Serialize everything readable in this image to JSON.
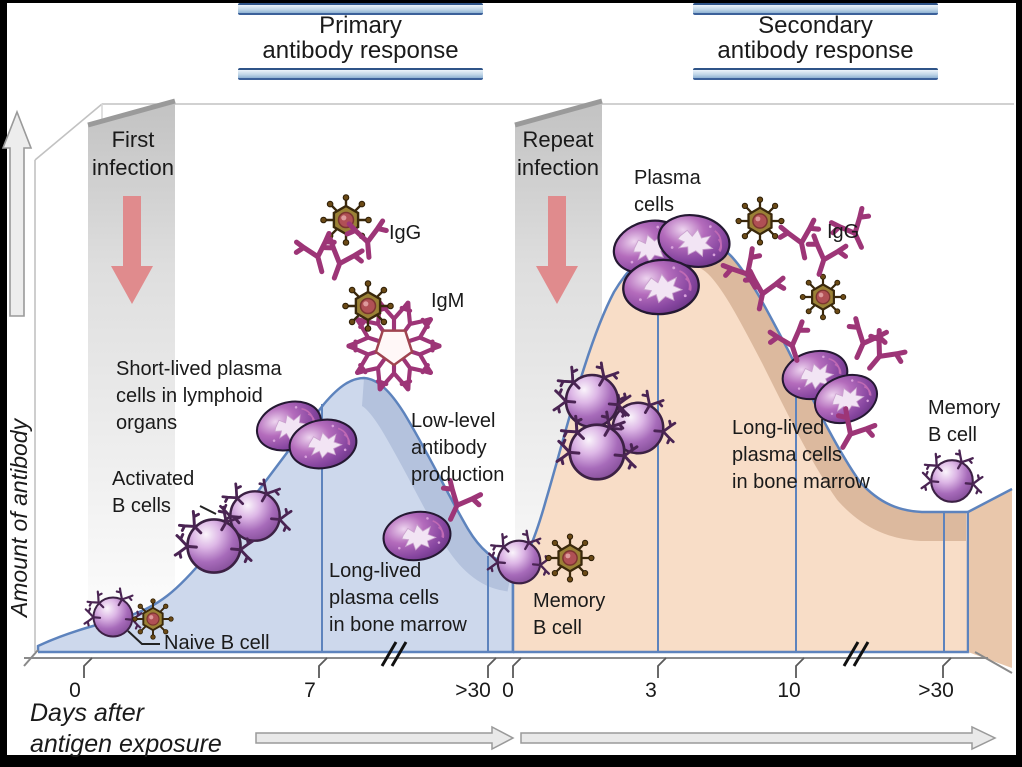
{
  "figure": {
    "primary_title": "Primary\nantibody response",
    "secondary_title": "Secondary\nantibody response"
  },
  "labels": {
    "first_infection": "First\ninfection",
    "repeat_infection": "Repeat\ninfection",
    "short_lived_plasma": "Short-lived plasma\ncells in lymphoid\norgans",
    "activated_b_cells": "Activated\nB cells",
    "naive_b_cell": "Naive B cell",
    "igg_primary": "IgG",
    "igm": "IgM",
    "low_level": "Low-level\nantibody\nproduction",
    "long_lived_primary": "Long-lived\nplasma cells\nin bone marrow",
    "memory_b_primary": "Memory\nB cell",
    "plasma_cells": "Plasma\ncells",
    "igg_secondary": "IgG",
    "long_lived_secondary": "Long-lived\nplasma cells\nin bone marrow",
    "memory_b_secondary": "Memory\nB cell"
  },
  "axes": {
    "y_label": "Amount of antibody",
    "x_label": "Days after\nantigen exposure",
    "primary_ticks": [
      "0",
      "7",
      ">30"
    ],
    "secondary_ticks": [
      "0",
      "3",
      "10",
      ">30"
    ],
    "break_marks": "//"
  },
  "chart_data": {
    "type": "area",
    "xlabel": "Days after antigen exposure",
    "ylabel": "Amount of antibody",
    "x_axis_note": "axis has breaks (//) before each >30; day scale restarts at repeat infection",
    "series": [
      {
        "name": "Primary antibody response",
        "x": [
          0,
          1,
          3,
          5,
          7,
          9,
          12,
          20,
          30
        ],
        "y": [
          3,
          5,
          14,
          38,
          60,
          64,
          45,
          26,
          21
        ]
      },
      {
        "name": "Secondary antibody response",
        "x": [
          0,
          1,
          2,
          3,
          5,
          8,
          10,
          15,
          30
        ],
        "y": [
          21,
          27,
          55,
          85,
          97,
          88,
          72,
          45,
          33
        ]
      }
    ],
    "events": [
      {
        "label": "First infection",
        "x": 0,
        "series": "Primary antibody response"
      },
      {
        "label": "Repeat infection",
        "x": 0,
        "series": "Secondary antibody response"
      }
    ],
    "legend_position": "none",
    "grid": false
  },
  "icons": {
    "b_cell": "purple sphere cell with Y-shaped surface receptors",
    "plasma_cell": "purple oval cell with white star nucleus",
    "virus": "olive hexagonal virion with spikes",
    "antibody": "magenta Y-shaped antibody",
    "igm_pentamer": "pentagon hub with ten radiating antibody arms",
    "infection_arrow": "red downward arrow",
    "axis_arrow": "gray horizontal arrow"
  },
  "colors": {
    "primary_fill": "#cdd8ec",
    "primary_edge_band": "#b4c2dd",
    "secondary_fill": "#f8ddc7",
    "secondary_edge_band": "#dcb99e",
    "secondary_side_face": "#e9c7ab",
    "curve_stroke": "#5d83bd",
    "infection_arrow": "#e08b8d",
    "cell_purple": "#8746a0",
    "virus_body": "#9a8136",
    "antibody_magenta": "#9d3577",
    "title_bar_blue": "#8fb2d3",
    "panel_gray": "#c9c9c9"
  }
}
